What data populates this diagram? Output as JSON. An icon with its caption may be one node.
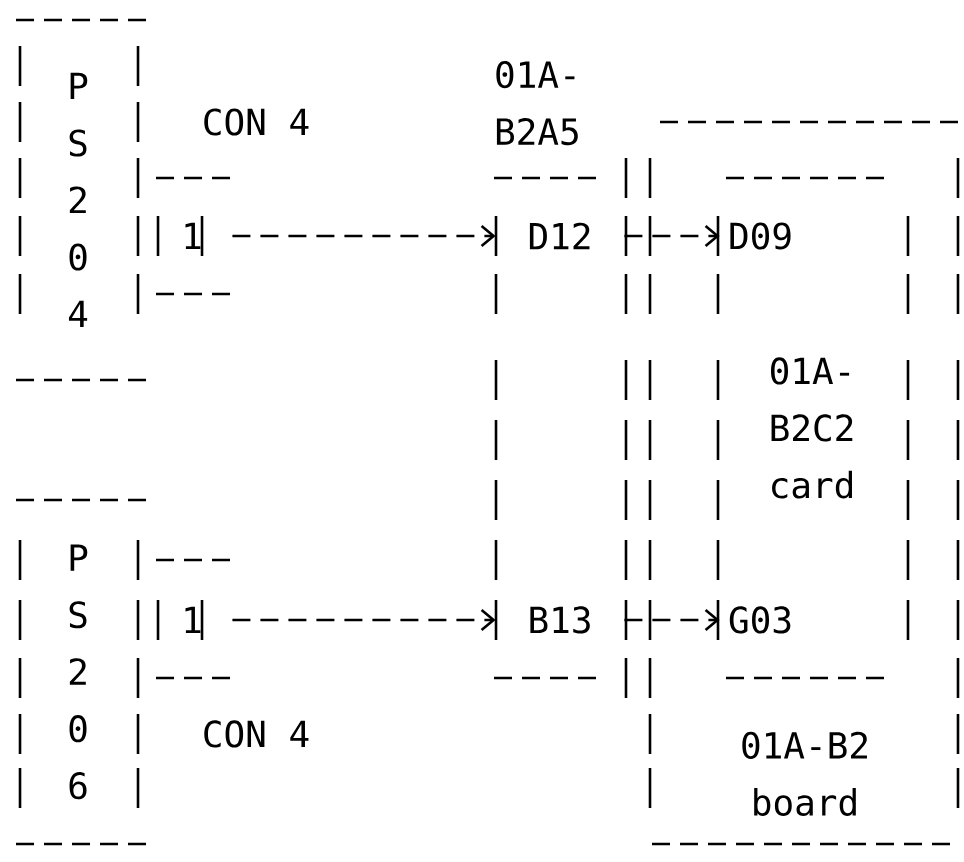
{
  "diagram": {
    "nodes": [
      {
        "text": [
          "P S 2 0 4"
        ]
      },
      {
        "text": [
          "1"
        ],
        "beside": [
          "CON 4"
        ]
      },
      {
        "text": [
          "P S 2 0 6"
        ]
      },
      {
        "text": [
          "1"
        ],
        "beside": [
          "CON 4"
        ]
      },
      {
        "text": [
          "01A- B2A5"
        ]
      },
      {
        "text": [
          "D12"
        ],
        "in": 4
      },
      {
        "text": [
          "B13"
        ],
        "in": 4
      },
      {
        "text": [
          "01A-B2 board"
        ]
      },
      {
        "text": [
          "01A- B2C2 card"
        ],
        "in": 7
      },
      {
        "text": [
          "D09"
        ],
        "in": 8
      },
      {
        "text": [
          "G03"
        ],
        "in": 8
      }
    ],
    "edges": [
      {
        "from": 1,
        "to": 5,
        "arrow": "to"
      },
      {
        "from": 5,
        "to": 9,
        "arrow": "to"
      },
      {
        "from": 3,
        "to": 6,
        "arrow": "to"
      },
      {
        "from": 6,
        "to": 10,
        "arrow": "to"
      }
    ]
  }
}
